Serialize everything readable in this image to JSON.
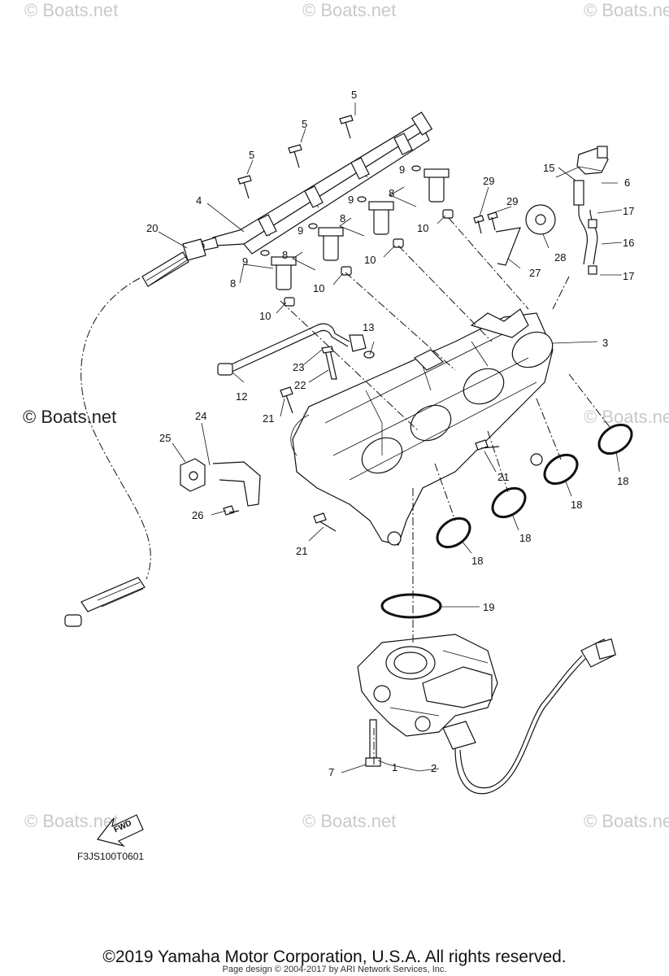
{
  "watermark": "© Boats.net",
  "diagram": {
    "drawing_code": "F3JS100T0601",
    "fwd_label": "FWD",
    "callouts": {
      "c1": "1",
      "c2": "2",
      "c3": "3",
      "c4": "4",
      "c5a": "5",
      "c5b": "5",
      "c5c": "5",
      "c6": "6",
      "c7": "7",
      "c8a": "8",
      "c8b": "8",
      "c8c": "8",
      "c8d": "8",
      "c9a": "9",
      "c9b": "9",
      "c9c": "9",
      "c9d": "9",
      "c10a": "10",
      "c10b": "10",
      "c10c": "10",
      "c10d": "10",
      "c12": "12",
      "c13": "13",
      "c15": "15",
      "c16": "16",
      "c17a": "17",
      "c17b": "17",
      "c18a": "18",
      "c18b": "18",
      "c18c": "18",
      "c18d": "18",
      "c19": "19",
      "c20": "20",
      "c21a": "21",
      "c21b": "21",
      "c21c": "21",
      "c22": "22",
      "c23": "23",
      "c24": "24",
      "c25": "25",
      "c26": "26",
      "c27": "27",
      "c28": "28",
      "c29a": "29",
      "c29b": "29"
    }
  },
  "footer": {
    "copyright": "©2019 Yamaha Motor Corporation, U.S.A. All rights reserved.",
    "page_design": "Page design © 2004-2017 by ARI Network Services, Inc."
  }
}
